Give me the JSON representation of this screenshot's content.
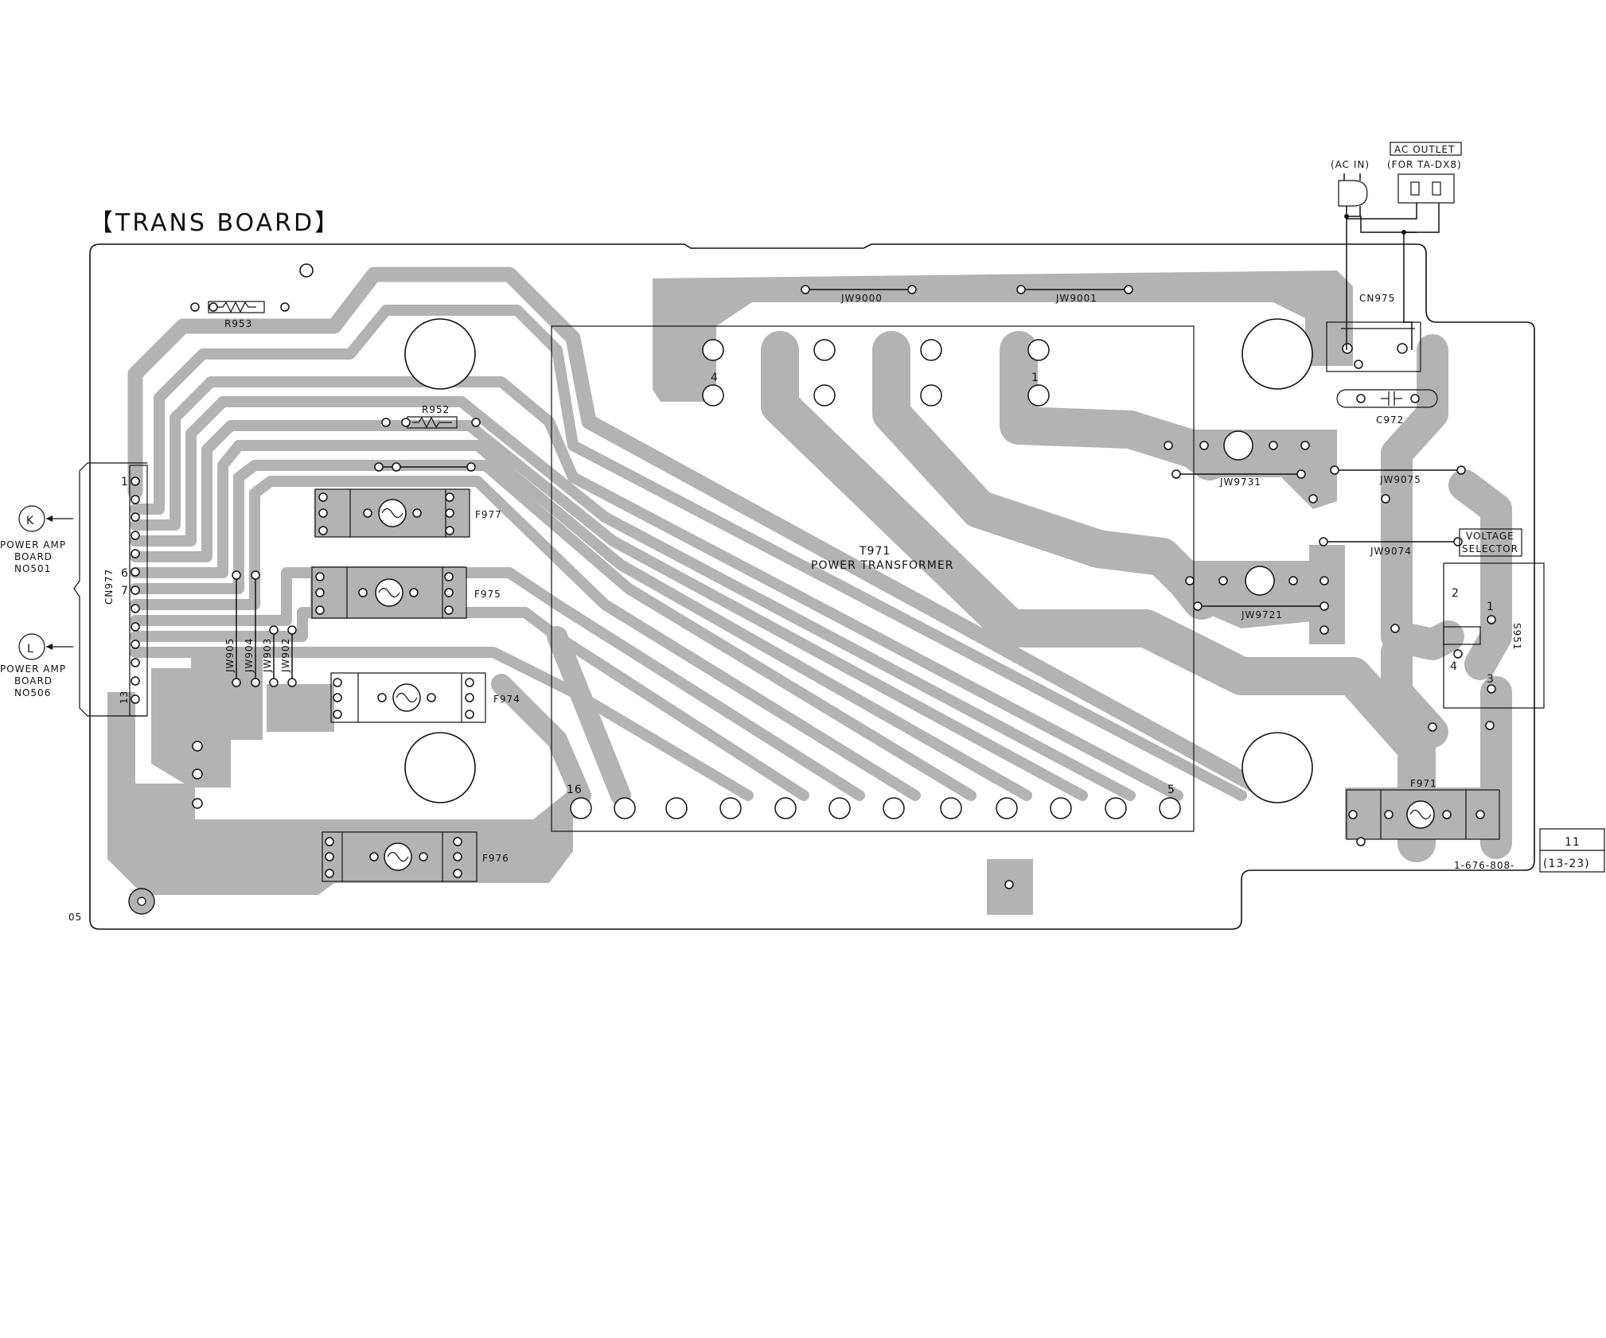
{
  "title": "【TRANS BOARD】",
  "board_number": "05",
  "part_number": "1-676-808-",
  "page_ref": {
    "top": "11",
    "bottom": "(13-23)"
  },
  "connector": {
    "name": "CN977",
    "pins": [
      "1",
      "6",
      "7",
      "13"
    ]
  },
  "connections": [
    {
      "letter": "K",
      "lines": [
        "POWER AMP",
        "BOARD",
        "NO501"
      ]
    },
    {
      "letter": "L",
      "lines": [
        "POWER AMP",
        "BOARD",
        "NO506"
      ]
    }
  ],
  "transformer": {
    "ref": "T971",
    "name": "POWER TRANSFORMER",
    "pins": [
      "4",
      "1",
      "16",
      "5"
    ]
  },
  "resistors": [
    "R953",
    "R952"
  ],
  "fuses": [
    "F977",
    "F975",
    "F974",
    "F976",
    "F971"
  ],
  "jumpers": [
    "JW9000",
    "JW9001",
    "JW9731",
    "JW9075",
    "JW9074",
    "JW9721",
    "JW905",
    "JW904",
    "JW903",
    "JW902"
  ],
  "capacitor": "C972",
  "ac_connector": "CN975",
  "ac_in": "(AC IN)",
  "ac_outlet": {
    "label": "AC OUTLET",
    "note": "(FOR TA-DX8)"
  },
  "voltage_selector": {
    "lines": [
      "VOLTAGE",
      "SELECTOR"
    ],
    "ref": "S951",
    "pins": [
      "1",
      "2",
      "3",
      "4"
    ]
  }
}
